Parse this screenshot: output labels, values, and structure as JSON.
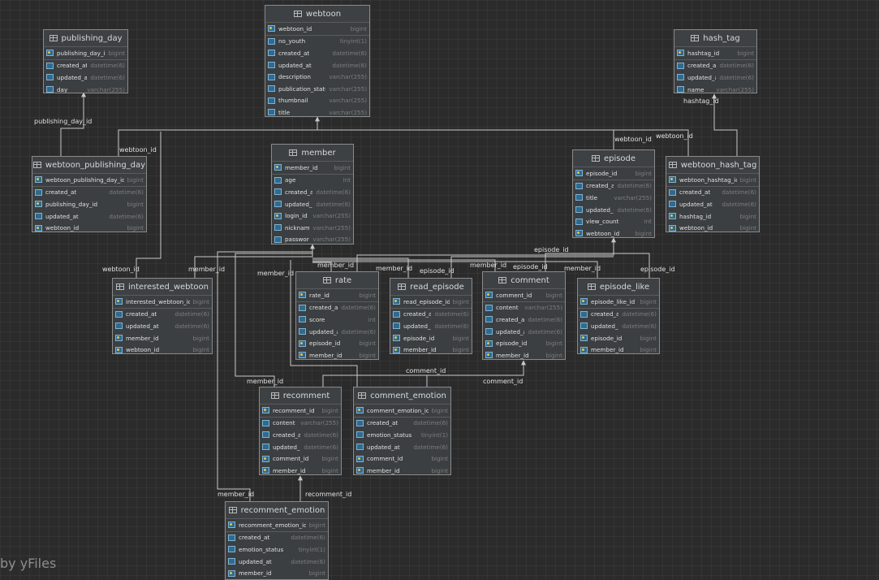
{
  "tables": [
    {
      "key": "webtoon",
      "name": "webtoon",
      "columns": [
        {
          "name": "webtoon_id",
          "type": "bigint",
          "pk": true
        },
        {
          "name": "no_youth",
          "type": "tinyint(1)"
        },
        {
          "name": "created_at",
          "type": "datetime(6)"
        },
        {
          "name": "updated_at",
          "type": "datetime(6)"
        },
        {
          "name": "description",
          "type": "varchar(255)"
        },
        {
          "name": "publication_status",
          "type": "varchar(255)"
        },
        {
          "name": "thumbnail",
          "type": "varchar(255)"
        },
        {
          "name": "title",
          "type": "varchar(255)"
        }
      ]
    },
    {
      "key": "publishing_day",
      "name": "publishing_day",
      "columns": [
        {
          "name": "publishing_day_id",
          "type": "bigint",
          "pk": true
        },
        {
          "name": "created_at",
          "type": "datetime(6)"
        },
        {
          "name": "updated_at",
          "type": "datetime(6)"
        },
        {
          "name": "day",
          "type": "varchar(255)"
        }
      ]
    },
    {
      "key": "hash_tag",
      "name": "hash_tag",
      "columns": [
        {
          "name": "hashtag_id",
          "type": "bigint",
          "pk": true
        },
        {
          "name": "created_at",
          "type": "datetime(6)"
        },
        {
          "name": "updated_at",
          "type": "datetime(6)"
        },
        {
          "name": "name",
          "type": "varchar(255)"
        }
      ]
    },
    {
      "key": "webtoon_publishing_day",
      "name": "webtoon_publishing_day",
      "columns": [
        {
          "name": "webtoon_publishing_day_id",
          "type": "bigint",
          "pk": true
        },
        {
          "name": "created_at",
          "type": "datetime(6)"
        },
        {
          "name": "publishing_day_id",
          "type": "bigint"
        },
        {
          "name": "updated_at",
          "type": "datetime(6)"
        },
        {
          "name": "webtoon_id",
          "type": "bigint"
        }
      ]
    },
    {
      "key": "member",
      "name": "member",
      "columns": [
        {
          "name": "member_id",
          "type": "bigint",
          "pk": true
        },
        {
          "name": "age",
          "type": "int"
        },
        {
          "name": "created_at",
          "type": "datetime(6)"
        },
        {
          "name": "updated_at",
          "type": "datetime(6)"
        },
        {
          "name": "login_id",
          "type": "varchar(255)"
        },
        {
          "name": "nickname",
          "type": "varchar(255)"
        },
        {
          "name": "password",
          "type": "varchar(255)"
        }
      ]
    },
    {
      "key": "episode",
      "name": "episode",
      "columns": [
        {
          "name": "episode_id",
          "type": "bigint",
          "pk": true
        },
        {
          "name": "created_at",
          "type": "datetime(6)"
        },
        {
          "name": "title",
          "type": "varchar(255)"
        },
        {
          "name": "updated_at",
          "type": "datetime(6)"
        },
        {
          "name": "view_count",
          "type": "int"
        },
        {
          "name": "webtoon_id",
          "type": "bigint"
        }
      ]
    },
    {
      "key": "webtoon_hash_tag",
      "name": "webtoon_hash_tag",
      "columns": [
        {
          "name": "webtoon_hashtag_id",
          "type": "bigint",
          "pk": true
        },
        {
          "name": "created_at",
          "type": "datetime(6)"
        },
        {
          "name": "updated_at",
          "type": "datetime(6)"
        },
        {
          "name": "hashtag_id",
          "type": "bigint"
        },
        {
          "name": "webtoon_id",
          "type": "bigint"
        }
      ]
    },
    {
      "key": "interested_webtoon",
      "name": "interested_webtoon",
      "columns": [
        {
          "name": "interested_webtoon_id",
          "type": "bigint",
          "pk": true
        },
        {
          "name": "created_at",
          "type": "datetime(6)"
        },
        {
          "name": "updated_at",
          "type": "datetime(6)"
        },
        {
          "name": "member_id",
          "type": "bigint"
        },
        {
          "name": "webtoon_id",
          "type": "bigint"
        }
      ]
    },
    {
      "key": "rate",
      "name": "rate",
      "columns": [
        {
          "name": "rate_id",
          "type": "bigint",
          "pk": true
        },
        {
          "name": "created_at",
          "type": "datetime(6)"
        },
        {
          "name": "score",
          "type": "int"
        },
        {
          "name": "updated_at",
          "type": "datetime(6)"
        },
        {
          "name": "episode_id",
          "type": "bigint"
        },
        {
          "name": "member_id",
          "type": "bigint"
        }
      ]
    },
    {
      "key": "read_episode",
      "name": "read_episode",
      "columns": [
        {
          "name": "read_episode_id",
          "type": "bigint",
          "pk": true
        },
        {
          "name": "created_at",
          "type": "datetime(6)"
        },
        {
          "name": "updated_at",
          "type": "datetime(6)"
        },
        {
          "name": "episode_id",
          "type": "bigint"
        },
        {
          "name": "member_id",
          "type": "bigint"
        }
      ]
    },
    {
      "key": "comment",
      "name": "comment",
      "columns": [
        {
          "name": "comment_id",
          "type": "bigint",
          "pk": true
        },
        {
          "name": "content",
          "type": "varchar(255)"
        },
        {
          "name": "created_at",
          "type": "datetime(6)"
        },
        {
          "name": "updated_at",
          "type": "datetime(6)"
        },
        {
          "name": "episode_id",
          "type": "bigint"
        },
        {
          "name": "member_id",
          "type": "bigint"
        }
      ]
    },
    {
      "key": "episode_like",
      "name": "episode_like",
      "columns": [
        {
          "name": "episode_like_id",
          "type": "bigint",
          "pk": true
        },
        {
          "name": "created_at",
          "type": "datetime(6)"
        },
        {
          "name": "updated_at",
          "type": "datetime(6)"
        },
        {
          "name": "episode_id",
          "type": "bigint"
        },
        {
          "name": "member_id",
          "type": "bigint"
        }
      ]
    },
    {
      "key": "recomment",
      "name": "recomment",
      "columns": [
        {
          "name": "recomment_id",
          "type": "bigint",
          "pk": true
        },
        {
          "name": "content",
          "type": "varchar(255)"
        },
        {
          "name": "created_at",
          "type": "datetime(6)"
        },
        {
          "name": "updated_at",
          "type": "datetime(6)"
        },
        {
          "name": "comment_id",
          "type": "bigint"
        },
        {
          "name": "member_id",
          "type": "bigint"
        }
      ]
    },
    {
      "key": "comment_emotion",
      "name": "comment_emotion",
      "columns": [
        {
          "name": "comment_emotion_id",
          "type": "bigint",
          "pk": true
        },
        {
          "name": "created_at",
          "type": "datetime(6)"
        },
        {
          "name": "emotion_status",
          "type": "tinyint(1)"
        },
        {
          "name": "updated_at",
          "type": "datetime(6)"
        },
        {
          "name": "comment_id",
          "type": "bigint"
        },
        {
          "name": "member_id",
          "type": "bigint"
        }
      ]
    },
    {
      "key": "recomment_emotion",
      "name": "recomment_emotion",
      "columns": [
        {
          "name": "recomment_emotion_id",
          "type": "bigint",
          "pk": true
        },
        {
          "name": "created_at",
          "type": "datetime(6)"
        },
        {
          "name": "emotion_status",
          "type": "tinyint(1)"
        },
        {
          "name": "updated_at",
          "type": "datetime(6)"
        },
        {
          "name": "member_id",
          "type": "bigint"
        }
      ]
    }
  ],
  "edge_labels": [
    "publishing_day_id",
    "webtoon_id",
    "webtoon_id",
    "webtoon_id",
    "hashtag_id",
    "webtoon_id",
    "member_id",
    "member_id",
    "member_id",
    "member_id",
    "episode_id",
    "episode_id",
    "member_id",
    "episode_id",
    "member_id",
    "episode_id",
    "comment_id",
    "comment_id",
    "member_id",
    "member_id",
    "recomment_id"
  ],
  "watermark": "by yFiles",
  "colors": {
    "background": "#2b2b2b",
    "table": "#3c3f41",
    "edge": "#c9c9c9"
  }
}
